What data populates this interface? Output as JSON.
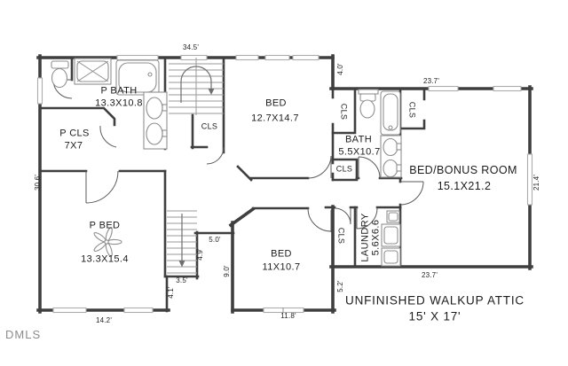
{
  "watermark": "DMLS",
  "colors": {
    "wall": "#3f3f3f",
    "window": "#adadad",
    "fixture": "#8f8f8f",
    "stair": "#9a9a9a",
    "arrow": "#6f6f6f",
    "text": "#1c1c1c",
    "dim_text": "#222222",
    "watermark_text": "#8c8c8c",
    "background": "#ffffff"
  },
  "rooms": {
    "p_bath": {
      "name": "P BATH",
      "size": "13.3X10.8"
    },
    "p_cls": {
      "name": "P CLS",
      "size": "7X7"
    },
    "stair_cls": {
      "name": "CLS"
    },
    "bed_upper": {
      "name": "BED",
      "size": "12.7X14.7"
    },
    "bed_upper_cls": {
      "name": "CLS"
    },
    "bath": {
      "name": "BATH",
      "size": "5.5X10.7"
    },
    "hall_cls": {
      "name": "CLS"
    },
    "bonus_cls": {
      "name": "CLS"
    },
    "bonus": {
      "name": "BED/BONUS ROOM",
      "size": "15.1X21.2"
    },
    "p_bed": {
      "name": "P BED",
      "size": "13.3X15.4"
    },
    "bed_lower": {
      "name": "BED",
      "size": "11X10.7"
    },
    "bed_lower_cls": {
      "name": "CLS"
    },
    "laundry": {
      "name": "LAUNDRY",
      "size": "5.6X6.6"
    },
    "attic": {
      "name": "UNFINISHED WALKUP ATTIC",
      "size": "15' X 17'"
    }
  },
  "dimensions": {
    "top_width": "34.5'",
    "bed_step": "4.0'",
    "bonus_top": "23.7'",
    "bonus_right": "21.4'",
    "bonus_bottom": "23.7'",
    "left_height": "30.6'",
    "p_bed_bottom": "14.2'",
    "bed_lower_bottom": "11.8'",
    "bed_lower_right": "5.2'",
    "bed_lower_left": "9.0'",
    "stair_top": "5.0'",
    "stair_right": "4.9'",
    "stair_bottom": "3.5'",
    "stair_left": "4.1'"
  }
}
